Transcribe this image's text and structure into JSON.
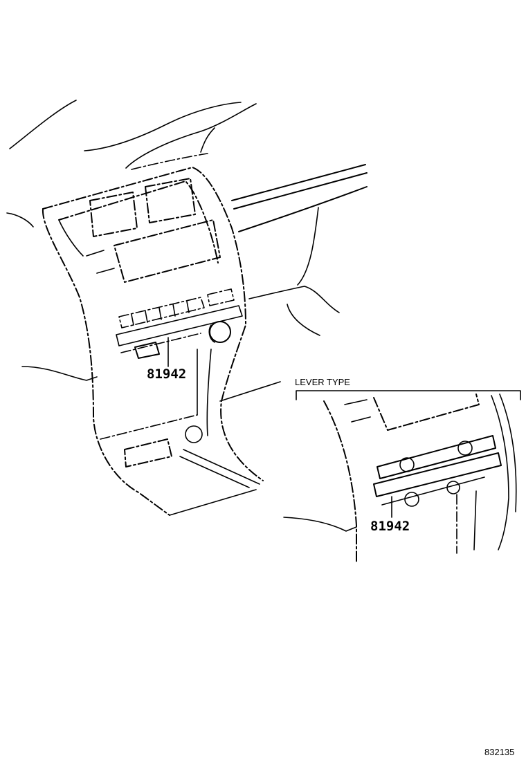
{
  "callouts": {
    "main_part_number": "81942",
    "inset_part_number": "81942"
  },
  "inset": {
    "title": "LEVER TYPE"
  },
  "reference_number": "832135"
}
